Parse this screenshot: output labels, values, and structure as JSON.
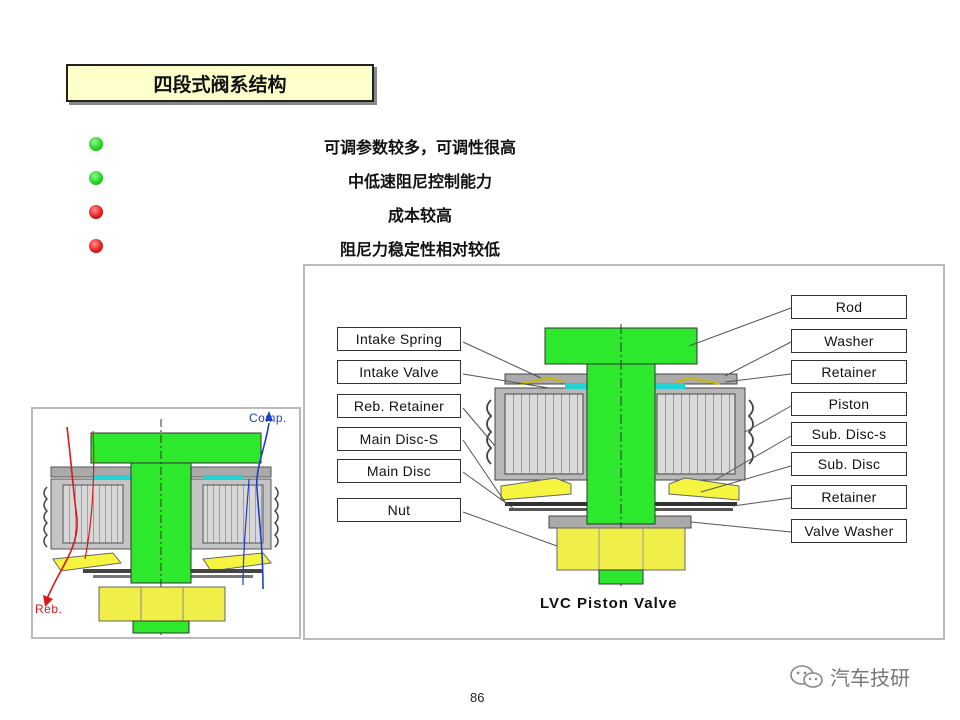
{
  "title": "四段式阀系结构",
  "bullets": [
    {
      "text": "可调参数较多，可调性很高",
      "status": "good"
    },
    {
      "text": "中低速阻尼控制能力",
      "status": "good"
    },
    {
      "text": "成本较高",
      "status": "bad"
    },
    {
      "text": "阻尼力稳定性相对较低",
      "status": "bad"
    }
  ],
  "left_labels": [
    "Intake Spring",
    "Intake Valve",
    "Reb. Retainer",
    "Main Disc-S",
    "Main Disc",
    "Nut"
  ],
  "right_labels": [
    "Rod",
    "Washer",
    "Retainer",
    "Piston",
    "Sub. Disc-s",
    "Sub. Disc",
    "Retainer",
    "Valve Washer"
  ],
  "figure_caption": "LVC  Piston Valve",
  "flow": {
    "comp": "Comp.",
    "reb": "Reb."
  },
  "page_number": "86",
  "watermark": "汽车技研",
  "colors": {
    "rod": "#2ee82e",
    "nut": "#f0ef4a",
    "valve": "#f5f540",
    "body_gray": "#b8b8b8",
    "cyan": "#22d3d3",
    "comp_arrow": "#1a3fcc",
    "reb_arrow": "#d41a1a",
    "title_bg": "#ffffcc"
  }
}
